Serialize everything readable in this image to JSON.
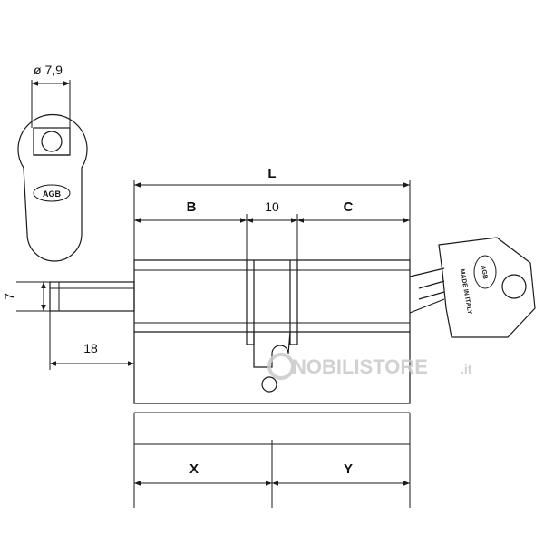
{
  "dimensions": {
    "diameter": "ø 7,9",
    "L": "L",
    "B": "B",
    "ten": "10",
    "C": "C",
    "seven": "7",
    "eighteen": "18",
    "X": "X",
    "Y": "Y"
  },
  "brand": {
    "logo": "AGB",
    "key_stamp": "MADE IN ITALY"
  },
  "watermark": {
    "name": "NOBILISTORE",
    "suffix": ".it"
  }
}
